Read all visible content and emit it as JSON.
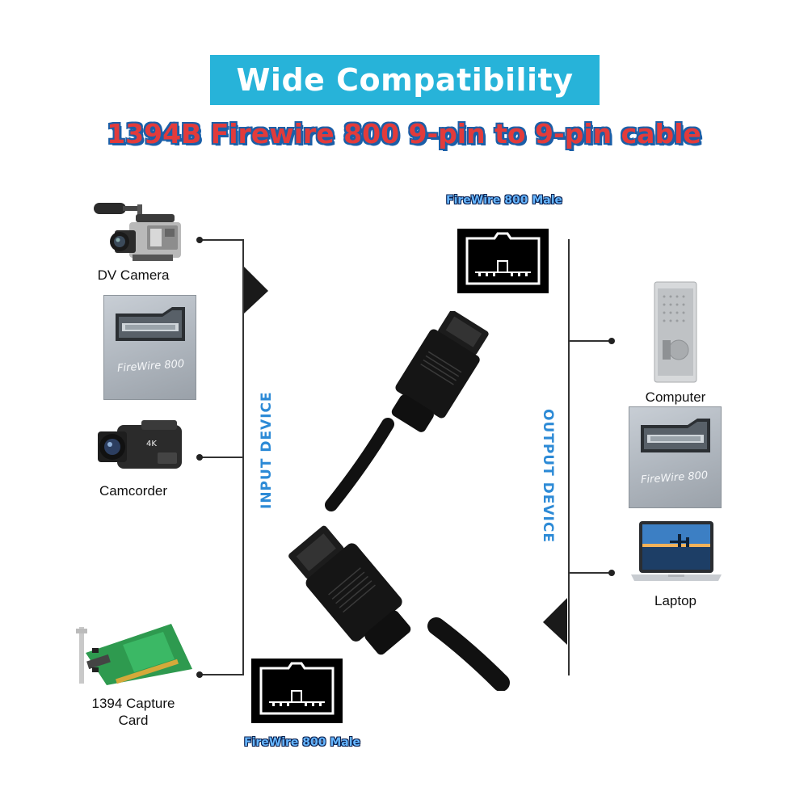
{
  "header": {
    "title": "Wide Compatibility",
    "subtitle": "1394B Firewire 800 9-pin to 9-pin cable",
    "banner_color": "#27b3d9",
    "subtitle_color": "#e23b3b",
    "subtitle_outline_color": "#1b5fa8"
  },
  "connectors": {
    "top_label": "FireWire 800 Male",
    "bottom_label": "FireWire 800 Male"
  },
  "input": {
    "heading": "INPUT DEVICE",
    "devices": [
      {
        "label": "DV Camera",
        "icon": "dv-camera-icon"
      },
      {
        "label": "Camcorder",
        "icon": "camcorder-icon"
      },
      {
        "label": "1394 Capture Card",
        "icon": "capture-card-icon"
      }
    ],
    "port_text": "FireWire 800"
  },
  "output": {
    "heading": "OUTPUT DEVICE",
    "devices": [
      {
        "label": "Computer",
        "icon": "computer-tower-icon"
      },
      {
        "label": "Laptop",
        "icon": "laptop-icon"
      }
    ],
    "port_text": "FireWire 800"
  },
  "colors": {
    "vertical_label": "#2c8ad6",
    "line": "#333333"
  }
}
